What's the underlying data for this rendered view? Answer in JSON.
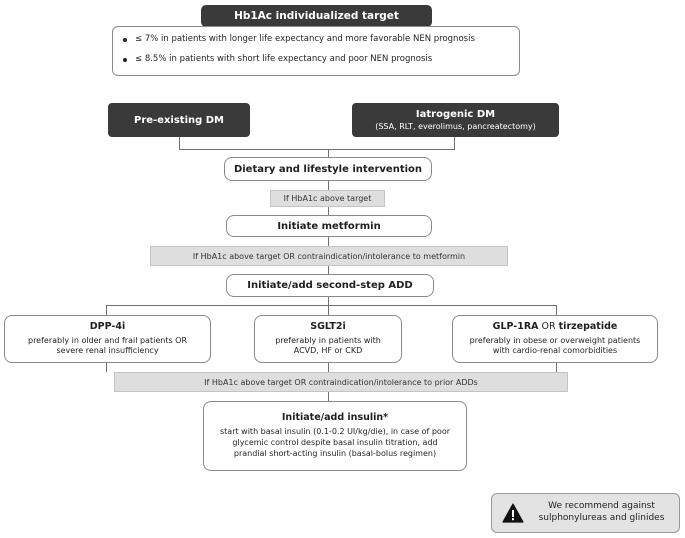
{
  "target": {
    "title": "Hb1Ac individualized target",
    "items": [
      "≤ 7% in patients with longer life expectancy and more favorable NEN prognosis",
      "≤ 8.5% in patients with short life expectancy and poor NEN prognosis"
    ]
  },
  "dm": {
    "preexisting": "Pre-existing DM",
    "iatrogenic_title": "Iatrogenic DM",
    "iatrogenic_sub": "(SSA, RLT, everolimus, pancreatectomy)"
  },
  "steps": {
    "diet": "Dietary and lifestyle intervention",
    "band1": "If HbA1c above target",
    "metformin": "Initiate metformin",
    "band2": "If HbA1c above target OR contraindication/intolerance to metformin",
    "second": "Initiate/add second-step ADD",
    "band3": "If HbA1c above target OR contraindication/intolerance to prior ADDs"
  },
  "options": [
    {
      "title": "DPP-4i",
      "text": "preferably in older and frail patients OR severe renal insufficiency"
    },
    {
      "title": "SGLT2i",
      "text": "preferably in patients with ACVD, HF or CKD"
    },
    {
      "title_a": "GLP-1RA",
      "title_or": " OR ",
      "title_b": "tirzepatide",
      "text": "preferably in obese or overweight patients with cardio-renal comorbidities"
    }
  ],
  "insulin": {
    "title": "Initiate/add insulin*",
    "text": "start with basal insulin (0.1-0.2 UI/kg/die), in case of poor glycemic control despite basal insulin titration, add prandial short-acting insulin (basal-bolus regimen)"
  },
  "warning": {
    "icon": "warning-triangle-icon",
    "text": "We recommend against sulphonylureas and glinides"
  }
}
